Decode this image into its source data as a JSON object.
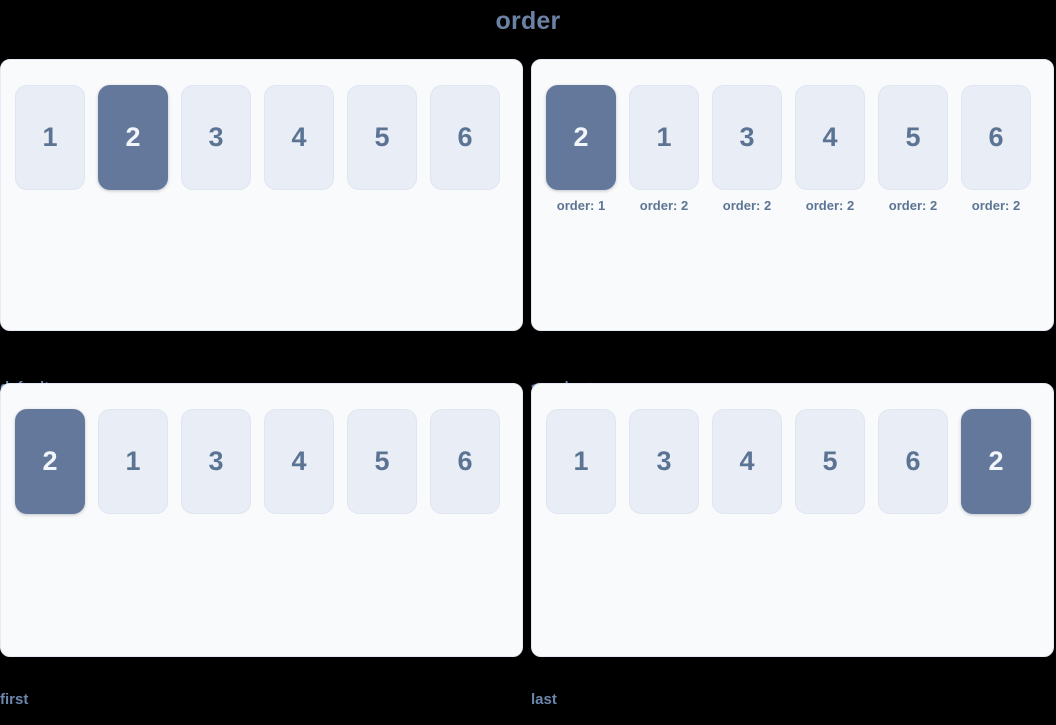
{
  "title": "order",
  "colors": {
    "page_background": "#000000",
    "panel_background": "#f9fafb",
    "panel_border": "#e6eaf2",
    "item_background": "#e9edf6",
    "item_border": "#dfe5f1",
    "item_text": "#5c7494",
    "item_active_background": "#64789c",
    "item_active_text": "#f2f5fa",
    "title_color": "#6b82a5",
    "label_color": "#6b85ab",
    "caption_color": "#5d7594"
  },
  "panels": [
    {
      "label": "default",
      "label_style": "sans",
      "items": [
        {
          "value": "1",
          "active": false,
          "caption": null
        },
        {
          "value": "2",
          "active": true,
          "caption": null
        },
        {
          "value": "3",
          "active": false,
          "caption": null
        },
        {
          "value": "4",
          "active": false,
          "caption": null
        },
        {
          "value": "5",
          "active": false,
          "caption": null
        },
        {
          "value": "6",
          "active": false,
          "caption": null
        }
      ]
    },
    {
      "label": "<number>",
      "label_style": "mono",
      "items": [
        {
          "value": "2",
          "active": true,
          "caption": "order: 1"
        },
        {
          "value": "1",
          "active": false,
          "caption": "order: 2"
        },
        {
          "value": "3",
          "active": false,
          "caption": "order: 2"
        },
        {
          "value": "4",
          "active": false,
          "caption": "order: 2"
        },
        {
          "value": "5",
          "active": false,
          "caption": "order: 2"
        },
        {
          "value": "6",
          "active": false,
          "caption": "order: 2"
        }
      ]
    },
    {
      "label": "first",
      "label_style": "sans",
      "items": [
        {
          "value": "2",
          "active": true,
          "caption": null
        },
        {
          "value": "1",
          "active": false,
          "caption": null
        },
        {
          "value": "3",
          "active": false,
          "caption": null
        },
        {
          "value": "4",
          "active": false,
          "caption": null
        },
        {
          "value": "5",
          "active": false,
          "caption": null
        },
        {
          "value": "6",
          "active": false,
          "caption": null
        }
      ]
    },
    {
      "label": "last",
      "label_style": "sans",
      "items": [
        {
          "value": "1",
          "active": false,
          "caption": null
        },
        {
          "value": "3",
          "active": false,
          "caption": null
        },
        {
          "value": "4",
          "active": false,
          "caption": null
        },
        {
          "value": "5",
          "active": false,
          "caption": null
        },
        {
          "value": "6",
          "active": false,
          "caption": null
        },
        {
          "value": "2",
          "active": true,
          "caption": null
        }
      ]
    }
  ]
}
